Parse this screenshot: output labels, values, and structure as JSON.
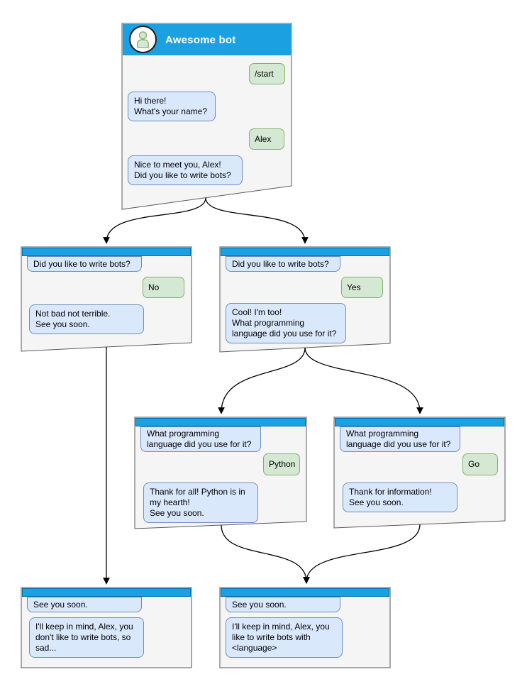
{
  "diagram": {
    "bot_title": "Awesome bot",
    "colors": {
      "titlebar_blue": "#1BA1E2",
      "titlebar_border": "#006EAF",
      "window_fill": "#F5F5F5",
      "window_border": "#595959",
      "bot_bubble_fill": "#DAE8FC",
      "bot_bubble_border": "#6C8EBF",
      "user_bubble_fill": "#D5E8D4",
      "user_bubble_border": "#82B366",
      "header_text": "#ffffff"
    },
    "windows": [
      {
        "name": "main",
        "header": {
          "title": "Awesome bot",
          "avatar": "bot-avatar-icon"
        },
        "messages": [
          {
            "from": "user",
            "text": "/start"
          },
          {
            "from": "bot",
            "text": "Hi there!\nWhat's your name?"
          },
          {
            "from": "user",
            "text": "Alex"
          },
          {
            "from": "bot",
            "text": "Nice to meet you, Alex!\nDid you like to write bots?"
          }
        ]
      },
      {
        "name": "branch-no",
        "messages": [
          {
            "from": "bot",
            "text": "Did you like to write bots?"
          },
          {
            "from": "user",
            "text": "No"
          },
          {
            "from": "bot",
            "text": "Not bad not terrible.\nSee you soon."
          }
        ]
      },
      {
        "name": "branch-yes",
        "messages": [
          {
            "from": "bot",
            "text": "Did you like to write bots?"
          },
          {
            "from": "user",
            "text": "Yes"
          },
          {
            "from": "bot",
            "text": "Cool! I'm too!\nWhat programming\nlanguage did you use for it?"
          }
        ]
      },
      {
        "name": "branch-python",
        "messages": [
          {
            "from": "bot",
            "text": "What programming\nlanguage did you use for it?"
          },
          {
            "from": "user",
            "text": "Python"
          },
          {
            "from": "bot",
            "text": "Thank for all! Python is in\nmy hearth!\nSee you soon."
          }
        ]
      },
      {
        "name": "branch-go",
        "messages": [
          {
            "from": "bot",
            "text": "What programming\nlanguage did you use for it?"
          },
          {
            "from": "user",
            "text": "Go"
          },
          {
            "from": "bot",
            "text": "Thank for information!\nSee you soon."
          }
        ]
      },
      {
        "name": "end-no",
        "messages": [
          {
            "from": "bot",
            "text": "See you soon."
          },
          {
            "from": "bot",
            "text": "I'll keep in mind, Alex, you\ndon't like to write bots, so\nsad..."
          }
        ]
      },
      {
        "name": "end-yes",
        "messages": [
          {
            "from": "bot",
            "text": "See you soon."
          },
          {
            "from": "bot",
            "text": "I'll keep in mind, Alex, you\nlike to write bots with\n<language>"
          }
        ]
      }
    ],
    "edges": [
      {
        "from": "main",
        "to": "branch-no"
      },
      {
        "from": "main",
        "to": "branch-yes"
      },
      {
        "from": "branch-yes",
        "to": "branch-python"
      },
      {
        "from": "branch-yes",
        "to": "branch-go"
      },
      {
        "from": "branch-no",
        "to": "end-no"
      },
      {
        "from": "branch-python",
        "to": "end-yes"
      },
      {
        "from": "branch-go",
        "to": "end-yes"
      }
    ]
  }
}
